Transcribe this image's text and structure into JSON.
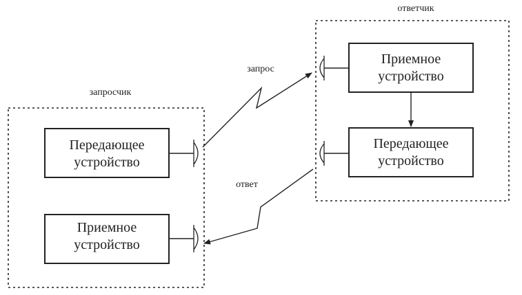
{
  "requester": {
    "label": "запросчик",
    "transmitter": {
      "line1": "Передающее",
      "line2": "устройство"
    },
    "receiver": {
      "line1": "Приемное",
      "line2": "устройство"
    }
  },
  "responder": {
    "label": "ответчик",
    "receiver": {
      "line1": "Приемное",
      "line2": "устройство"
    },
    "transmitter": {
      "line1": "Передающее",
      "line2": "устройство"
    }
  },
  "signals": {
    "request_label": "запрос",
    "response_label": "ответ"
  }
}
